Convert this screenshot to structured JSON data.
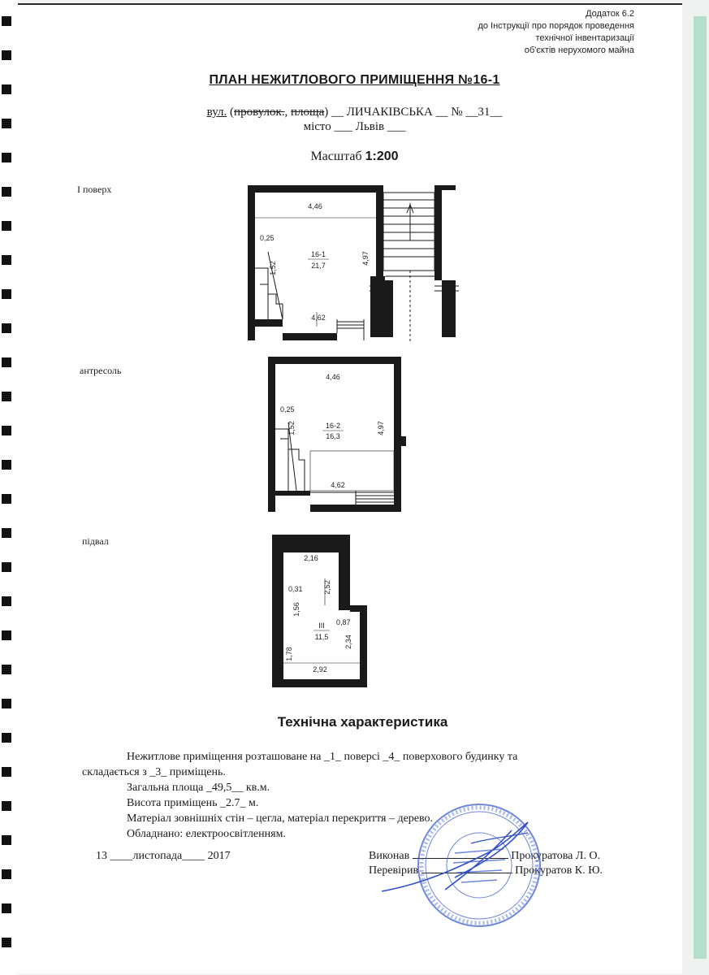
{
  "addendum": {
    "line1": "Додаток 6.2",
    "line2": "до Інструкції про порядок проведення",
    "line3": "технічної інвентаризації",
    "line4": "об'єктів нерухомого майна"
  },
  "title": "ПЛАН НЕЖИТЛОВОГО ПРИМІЩЕННЯ №16-1",
  "address": {
    "prefix": "вул.",
    "struck_1": "провулок.",
    "struck_2": "площа",
    "street": "__ ЛИЧАКІВСЬКА __ № __31__",
    "city_line": "місто ___ Львів ___"
  },
  "scale": {
    "label": "Масштаб",
    "value": "1:200"
  },
  "floors": [
    {
      "label": "І поверх",
      "room_number": "16-1",
      "room_area": "21,7",
      "dims": {
        "top": "4,46",
        "left_top": "0,25",
        "left": "1,52",
        "right": "4,97",
        "bottom": "4,62"
      }
    },
    {
      "label": "антресоль",
      "room_number": "16-2",
      "room_area": "16,3",
      "dims": {
        "top": "4,46",
        "left_top": "0,25",
        "left": "1,52",
        "right": "4,97",
        "bottom": "4,62"
      }
    },
    {
      "label": "підвал",
      "room_number": "ІІІ",
      "room_area": "11,5",
      "dims": {
        "top": "2,16",
        "left_a": "0,31",
        "left_b": "1,56",
        "inner": "2,52",
        "step": "0,87",
        "left_c": "1,78",
        "right": "2,34",
        "bottom": "2,92"
      }
    }
  ],
  "tech": {
    "title": "Технічна характеристика",
    "line1": "Нежитлове приміщення розташоване на _1_ поверсі _4_ поверхового будинку та",
    "line2": "складається з _3_ приміщень.",
    "line3": "Загальна площа _49,5__ кв.м.",
    "line4": "Висота приміщень _2.7_ м.",
    "line5": "Матеріал зовнішніх стін – цегла, матеріал перекриття – дерево.",
    "line6": "Обладнано: електроосвітленням."
  },
  "signatures": {
    "date": "13  ____листопада____   2017",
    "performed_label": "Виконав",
    "performed_name": "Прокуратова Л. О.",
    "checked_label": "Перевірив",
    "checked_name": "Прокуратов К. Ю."
  },
  "stamp": {
    "color": "#3f5fcf"
  },
  "colors": {
    "paper": "#ffffff",
    "ink": "#1a1a1a",
    "stamp": "#3f5fcf",
    "edge_green": "#8fd1b3"
  }
}
